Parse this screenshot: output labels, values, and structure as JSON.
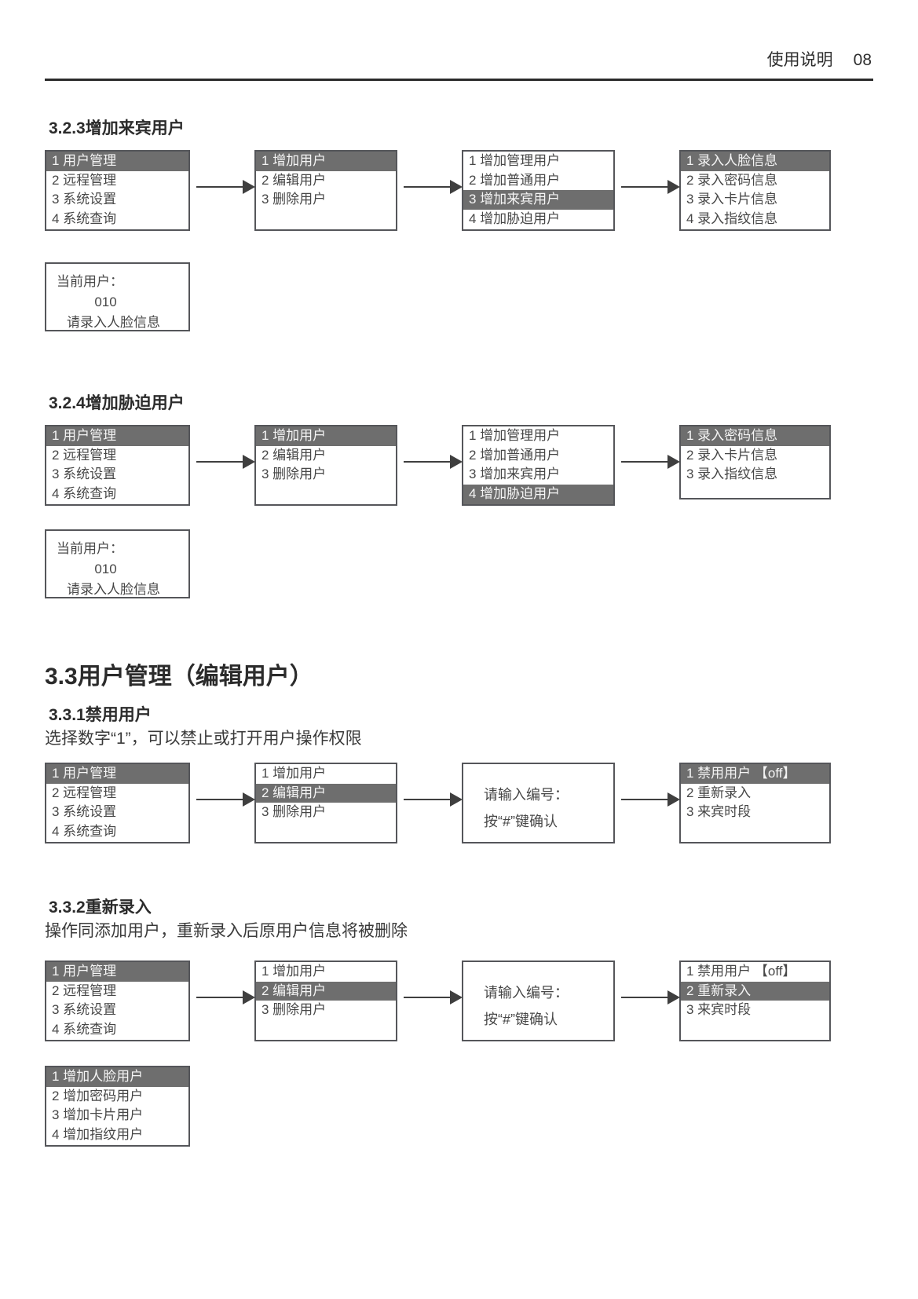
{
  "page": {
    "header": {
      "title": "使用说明",
      "page_number": "08"
    }
  },
  "colors": {
    "highlight_bg": "#6e6e6e",
    "highlight_text": "#f5f5f5",
    "box_border": "#55565a",
    "body_text": "#3d3d3d"
  },
  "sections": [
    {
      "heading": "3.2.3增加来宾用户",
      "flow": [
        {
          "type": "menu",
          "items": [
            {
              "text": "1 用户管理",
              "selected": true
            },
            {
              "text": "2 远程管理"
            },
            {
              "text": "3 系统设置"
            },
            {
              "text": "4 系统查询"
            }
          ]
        },
        {
          "type": "menu",
          "items": [
            {
              "text": "1 增加用户",
              "selected": true
            },
            {
              "text": "2 编辑用户"
            },
            {
              "text": "3 删除用户"
            }
          ]
        },
        {
          "type": "menu",
          "items": [
            {
              "text": "1 增加管理用户"
            },
            {
              "text": "2 增加普通用户"
            },
            {
              "text": "3 增加来宾用户",
              "selected": true
            },
            {
              "text": "4 增加胁迫用户"
            }
          ]
        },
        {
          "type": "menu",
          "items": [
            {
              "text": "1 录入人脸信息",
              "selected": true
            },
            {
              "text": "2 录入密码信息"
            },
            {
              "text": "3 录入卡片信息"
            },
            {
              "text": "4 录入指纹信息"
            }
          ]
        }
      ],
      "display": {
        "lines": [
          "当前用户：",
          "010",
          "请录入人脸信息"
        ]
      }
    },
    {
      "heading": "3.2.4增加胁迫用户",
      "flow": [
        {
          "type": "menu",
          "items": [
            {
              "text": "1 用户管理",
              "selected": true
            },
            {
              "text": "2 远程管理"
            },
            {
              "text": "3 系统设置"
            },
            {
              "text": "4 系统查询"
            }
          ]
        },
        {
          "type": "menu",
          "items": [
            {
              "text": "1 增加用户",
              "selected": true
            },
            {
              "text": "2 编辑用户"
            },
            {
              "text": "3 删除用户"
            }
          ]
        },
        {
          "type": "menu",
          "items": [
            {
              "text": "1 增加管理用户"
            },
            {
              "text": "2 增加普通用户"
            },
            {
              "text": "3 增加来宾用户"
            },
            {
              "text": "4 增加胁迫用户",
              "selected": true
            }
          ]
        },
        {
          "type": "menu",
          "compact": true,
          "items": [
            {
              "text": "1 录入密码信息",
              "selected": true
            },
            {
              "text": "2 录入卡片信息"
            },
            {
              "text": "3 录入指纹信息"
            }
          ]
        }
      ],
      "display": {
        "lines": [
          "当前用户：",
          "010",
          "请录入人脸信息"
        ]
      }
    },
    {
      "heading": "3.3用户管理（编辑用户）"
    },
    {
      "heading": "3.3.1禁用用户",
      "description": "选择数字“1”，可以禁止或打开用户操作权限",
      "flow": [
        {
          "type": "menu",
          "items": [
            {
              "text": "1 用户管理",
              "selected": true
            },
            {
              "text": "2 远程管理"
            },
            {
              "text": "3 系统设置"
            },
            {
              "text": "4 系统查询"
            }
          ]
        },
        {
          "type": "menu",
          "items": [
            {
              "text": "1 增加用户"
            },
            {
              "text": "2 编辑用户",
              "selected": true
            },
            {
              "text": "3 删除用户"
            }
          ]
        },
        {
          "type": "prompt",
          "lines": [
            "请输入编号：",
            "按“#”键确认"
          ]
        },
        {
          "type": "menu",
          "items": [
            {
              "text": "1 禁用用户 【off】",
              "selected": true
            },
            {
              "text": "2 重新录入"
            },
            {
              "text": "3 来宾时段"
            }
          ]
        }
      ]
    },
    {
      "heading": "3.3.2重新录入",
      "description": "操作同添加用户，重新录入后原用户信息将被删除",
      "flow": [
        {
          "type": "menu",
          "items": [
            {
              "text": "1 用户管理",
              "selected": true
            },
            {
              "text": "2 远程管理"
            },
            {
              "text": "3 系统设置"
            },
            {
              "text": "4 系统查询"
            }
          ]
        },
        {
          "type": "menu",
          "items": [
            {
              "text": "1 增加用户"
            },
            {
              "text": "2 编辑用户",
              "selected": true
            },
            {
              "text": "3 删除用户"
            }
          ]
        },
        {
          "type": "prompt",
          "lines": [
            "请输入编号：",
            "按“#”键确认"
          ]
        },
        {
          "type": "menu",
          "items": [
            {
              "text": "1 禁用用户 【off】"
            },
            {
              "text": "2 重新录入",
              "selected": true
            },
            {
              "text": "3 来宾时段"
            }
          ]
        }
      ],
      "extra": {
        "type": "menu",
        "items": [
          {
            "text": "1 增加人脸用户",
            "selected": true
          },
          {
            "text": "2 增加密码用户"
          },
          {
            "text": "3 增加卡片用户"
          },
          {
            "text": "4 增加指纹用户"
          }
        ]
      }
    }
  ]
}
